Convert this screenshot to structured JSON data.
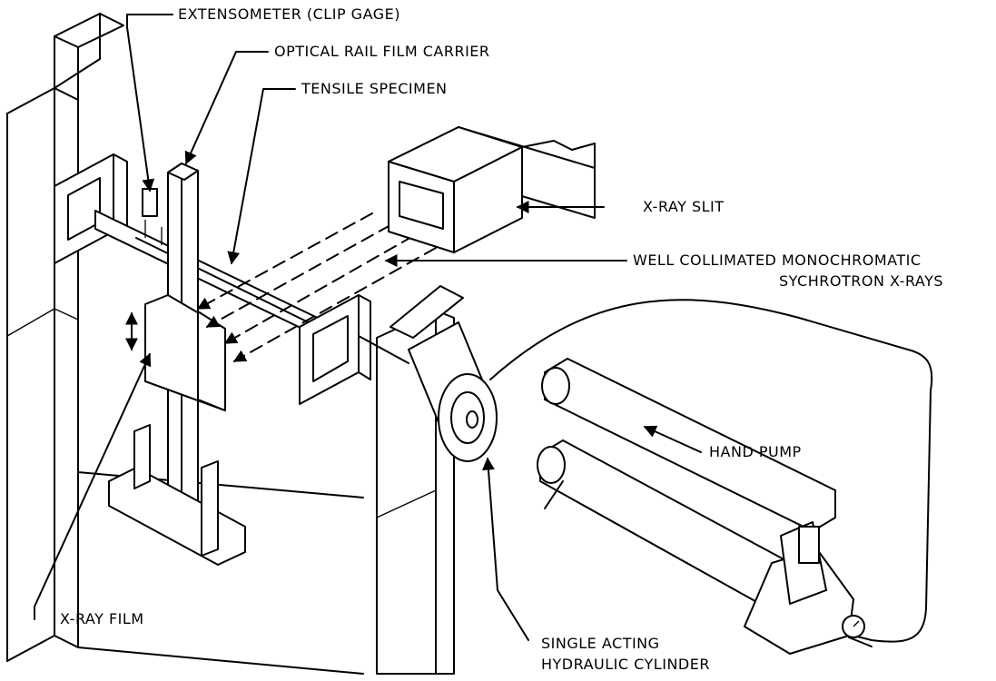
{
  "labels": {
    "extensometer": "EXTENSOMETER (CLIP GAGE)",
    "optical_rail": "OPTICAL RAIL FILM CARRIER",
    "tensile_specimen": "TENSILE SPECIMEN",
    "xray_slit": "X-RAY SLIT",
    "xrays_line1": "WELL COLLIMATED MONOCHROMATIC",
    "xrays_line2": "SYCHROTRON X-RAYS",
    "hand_pump": "HAND PUMP",
    "xray_film": "X-RAY FILM",
    "cylinder_line1": "SINGLE ACTING",
    "cylinder_line2": "HYDRAULIC CYLINDER"
  },
  "icons": [
    "double-arrow-icon",
    "pressure-gauge-icon"
  ]
}
